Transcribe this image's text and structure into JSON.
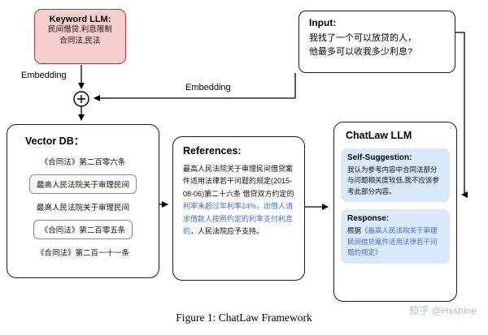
{
  "figure": {
    "caption": "Figure 1: ChatLaw Framework",
    "watermark": "知乎 @Hxshine"
  },
  "keyword_llm": {
    "title": "Keyword LLM:",
    "line1": "民间借贷,利息限制",
    "line2": "合同法,民法"
  },
  "input": {
    "title": "Input:",
    "line1": "我找了一个可以放贷的人，",
    "line2": "他最多可以收我多少利息?"
  },
  "embedding_left_label": "Embedding",
  "embedding_right_label": "Embedding",
  "vector_db": {
    "title": "Vector DB：",
    "items": [
      {
        "text": "《合同法》第二百零六条",
        "highlighted": false
      },
      {
        "text": "最高人民法院关于审理民间",
        "highlighted": true
      },
      {
        "text": "最高人民法院关于审理民间",
        "highlighted": false
      },
      {
        "text": "《合同法》第二百零五条",
        "highlighted": true
      },
      {
        "text": "《合同法》第二百一十一条",
        "highlighted": false
      }
    ]
  },
  "references": {
    "title": "References:",
    "body_black_1": "最高人民法院关于审理民间借贷案件适用法律若干问题的规定(2015-08-06)第二十六条 借贷双方约定的",
    "body_blue": "利率未超过年利率24%，出借人请求借款人按照约定的利率支付利息的",
    "body_black_2": "，人民法院应予支持。"
  },
  "chatlaw_llm": {
    "title": "ChatLaw LLM",
    "self_suggestion": {
      "title": "Self-Suggestion:",
      "body": "我认为参考内容中合同法部分与问题相关度较低,我不应该参考此部分内容。"
    },
    "response": {
      "title": "Response:",
      "prefix": "根据",
      "citation": "《最高人民法院关于审理民间借贷案件适用法律若干问题的规定》"
    }
  },
  "colors": {
    "keyword_fill": "#f8cecc",
    "keyword_stroke": "#9c3f3b",
    "highlight_stroke": "#6c8ebf",
    "subbox_fill": "#dae8fc",
    "reference_blue": "#4472c4",
    "watermark_color": "#a8bdd4"
  }
}
